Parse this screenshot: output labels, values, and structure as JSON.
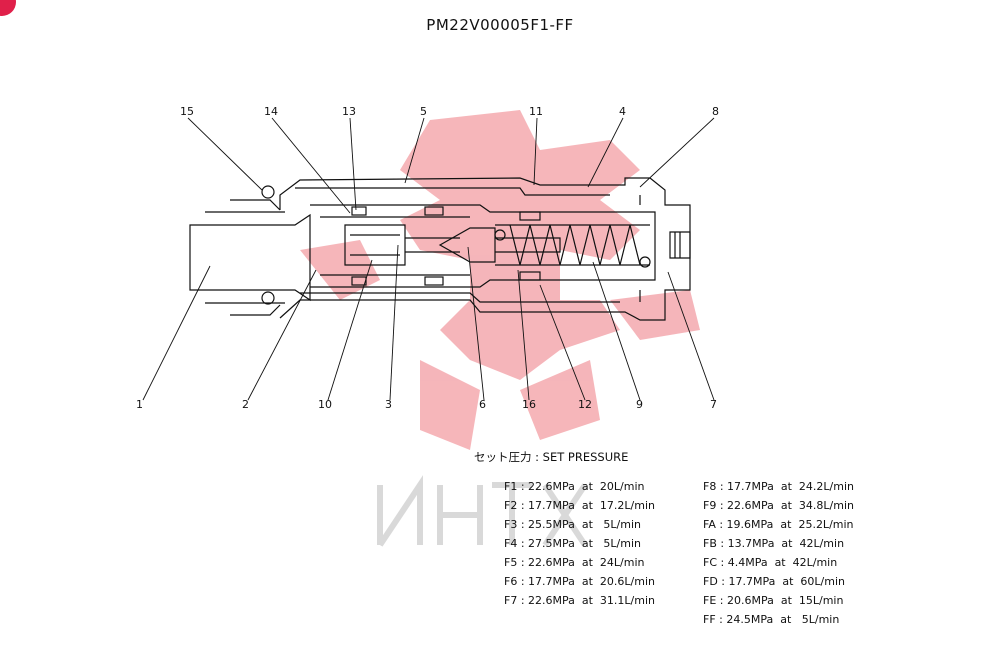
{
  "title": "PM22V00005F1-FF",
  "watermark": {
    "brand_text": "ИНТХ",
    "red": "#f2a0a6",
    "grey": "#d8d8d8"
  },
  "callouts": [
    "15",
    "14",
    "13",
    "5",
    "11",
    "4",
    "8",
    "1",
    "2",
    "10",
    "3",
    "6",
    "16",
    "12",
    "9",
    "7"
  ],
  "set_pressure_label": "セット圧力 : SET PRESSURE",
  "specs_left": [
    "F1 : 22.6MPa  at  20L/min",
    "F2 : 17.7MPa  at  17.2L/min",
    "F3 : 25.5MPa  at   5L/min",
    "F4 : 27.5MPa  at   5L/min",
    "F5 : 22.6MPa  at  24L/min",
    "F6 : 17.7MPa  at  20.6L/min",
    "F7 : 22.6MPa  at  31.1L/min"
  ],
  "specs_right": [
    "F8 : 17.7MPa  at  24.2L/min",
    "F9 : 22.6MPa  at  34.8L/min",
    "FA : 19.6MPa  at  25.2L/min",
    "FB : 13.7MPa  at  42L/min",
    "FC : 4.4MPa  at  42L/min",
    "FD : 17.7MPa  at  60L/min",
    "FE : 20.6MPa  at  15L/min",
    "FF : 24.5MPa  at   5L/min"
  ]
}
